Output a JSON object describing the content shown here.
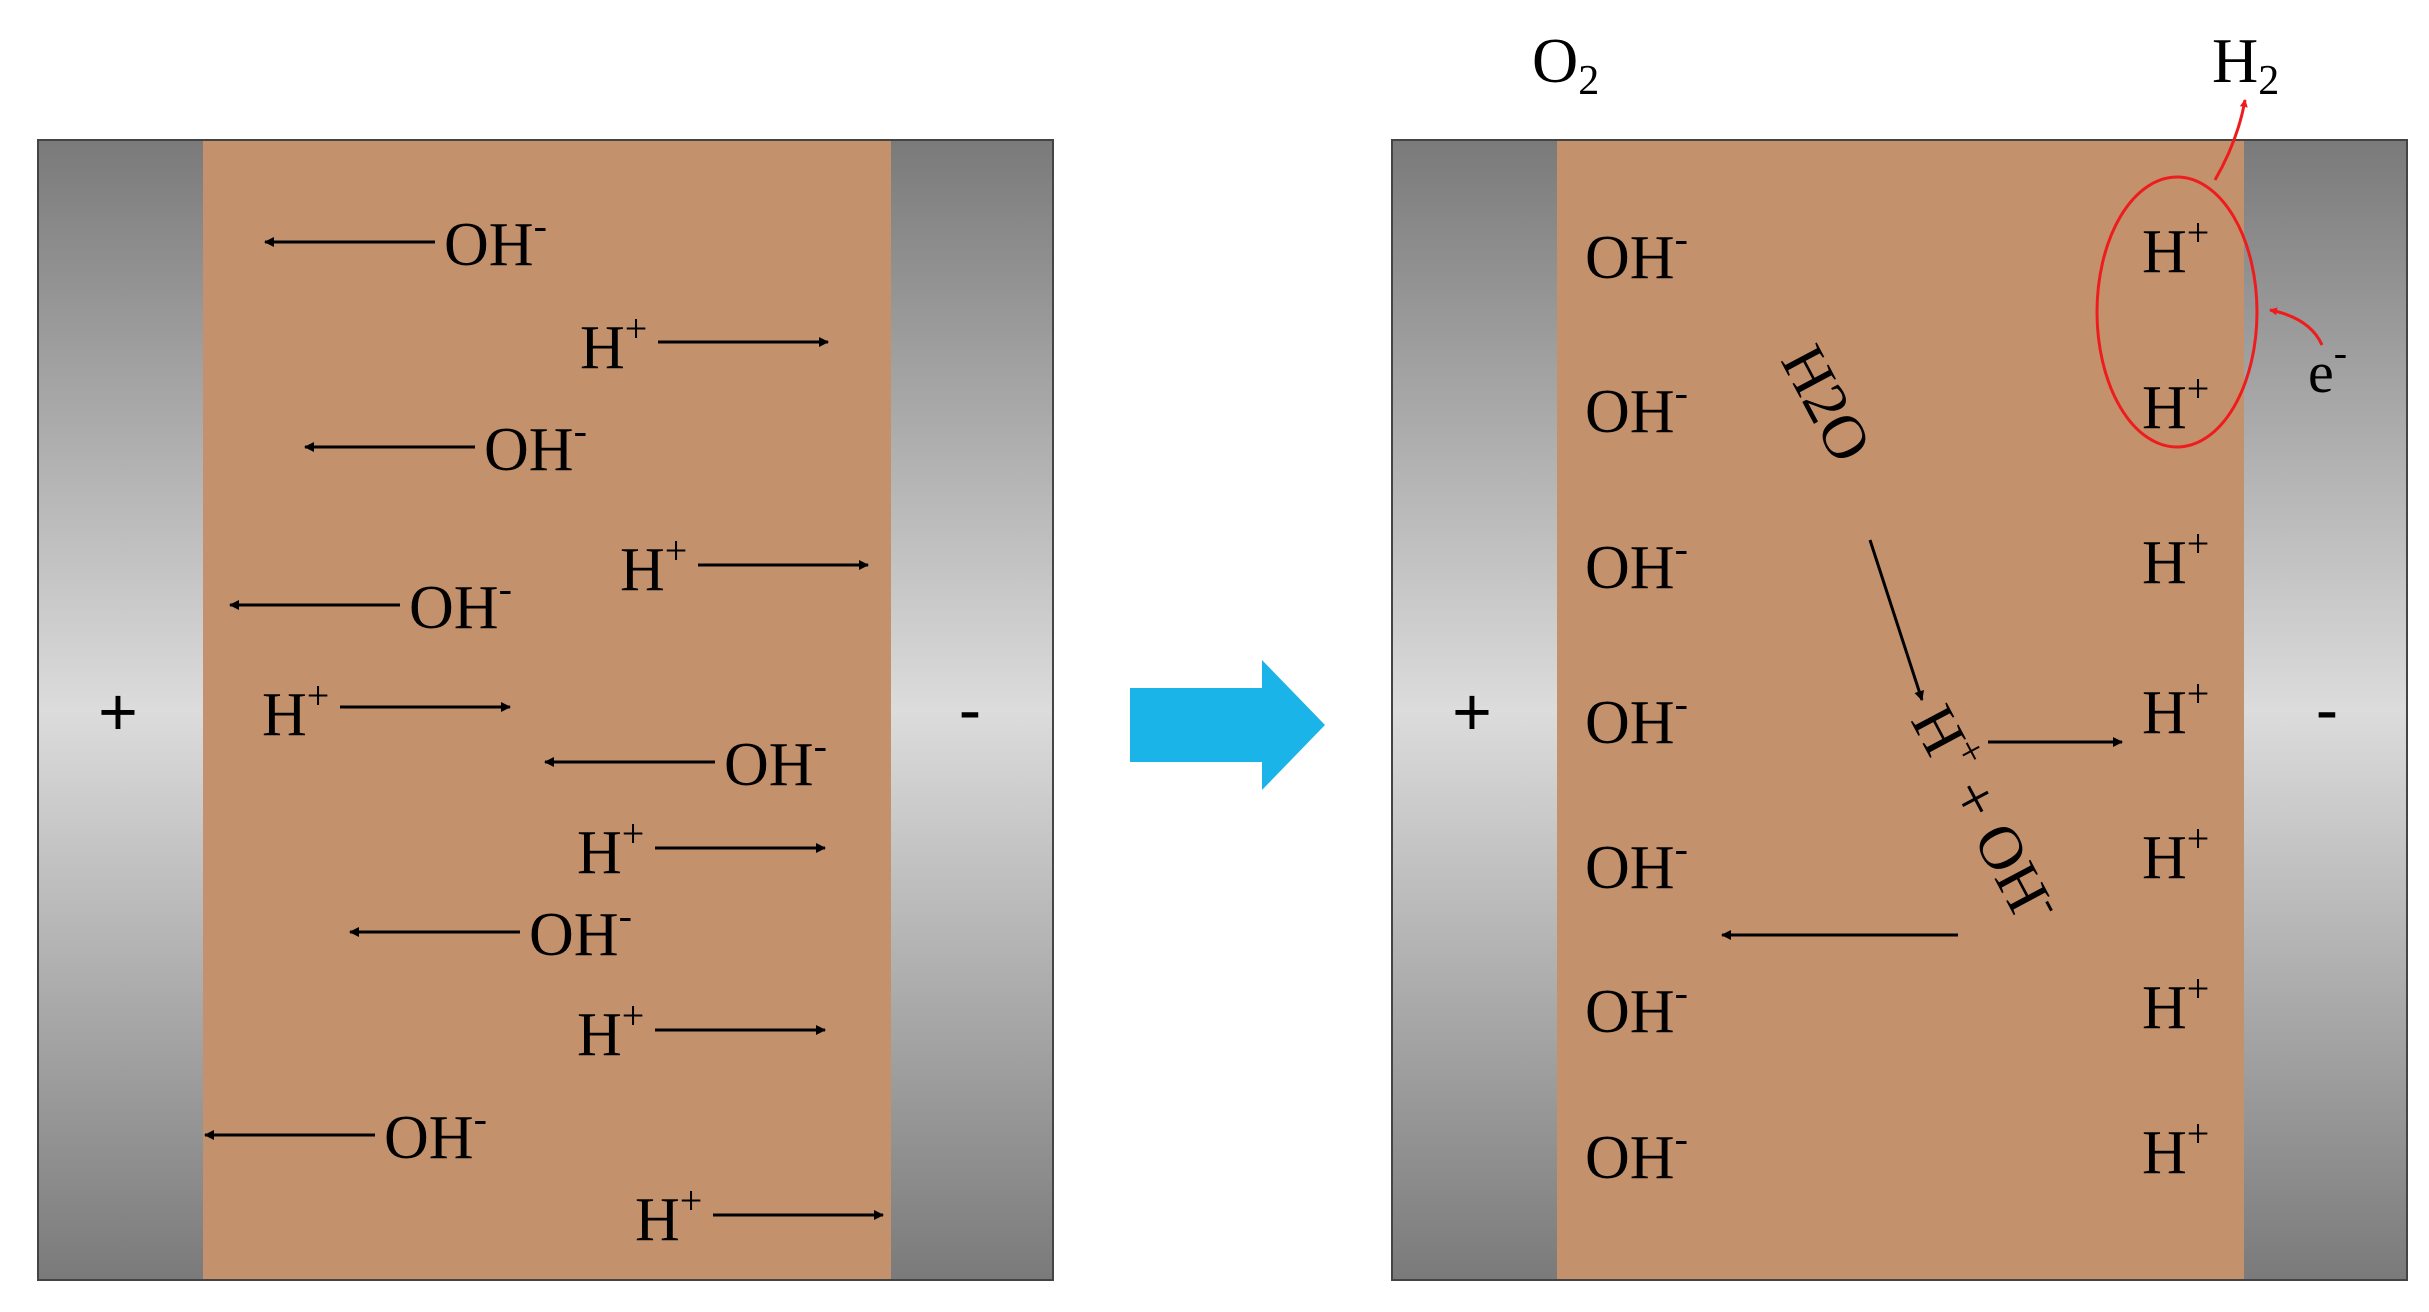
{
  "colors": {
    "electrolyte": "#c4916d",
    "electrode_dark": "#7a7a7a",
    "electrode_light": "#dcdcdc",
    "border": "#444444",
    "transition_arrow": "#1ab4e8",
    "highlight": "#ee1c1c"
  },
  "labels": {
    "OH": "OH",
    "minus": "-",
    "H": "H",
    "plus": "+",
    "O": "O",
    "two": "2",
    "e": "e",
    "water": "H2O",
    "dissociation": "H+ + OH-"
  },
  "left_panel": {
    "anode_sign": "+",
    "cathode_sign": "-",
    "ions": [
      {
        "species": "OH-",
        "direction": "to-anode"
      },
      {
        "species": "H+",
        "direction": "to-cathode"
      },
      {
        "species": "OH-",
        "direction": "to-anode"
      },
      {
        "species": "H+",
        "direction": "to-cathode"
      },
      {
        "species": "OH-",
        "direction": "to-anode"
      },
      {
        "species": "H+",
        "direction": "to-cathode"
      },
      {
        "species": "OH-",
        "direction": "to-anode"
      },
      {
        "species": "H+",
        "direction": "to-cathode"
      },
      {
        "species": "OH-",
        "direction": "to-anode"
      },
      {
        "species": "H+",
        "direction": "to-cathode"
      },
      {
        "species": "OH-",
        "direction": "to-anode"
      },
      {
        "species": "H+",
        "direction": "to-cathode"
      }
    ]
  },
  "right_panel": {
    "anode_sign": "+",
    "cathode_sign": "-",
    "anode_gas": "O2",
    "cathode_gas": "H2",
    "electron": "e-",
    "reaction_reactant": "H2O",
    "reaction_products": "H+ + OH-",
    "oh_ions": [
      "OH-",
      "OH-",
      "OH-",
      "OH-",
      "OH-",
      "OH-",
      "OH-"
    ],
    "h_ions": [
      "H+",
      "H+",
      "H+",
      "H+",
      "H+",
      "H+",
      "H+"
    ]
  }
}
